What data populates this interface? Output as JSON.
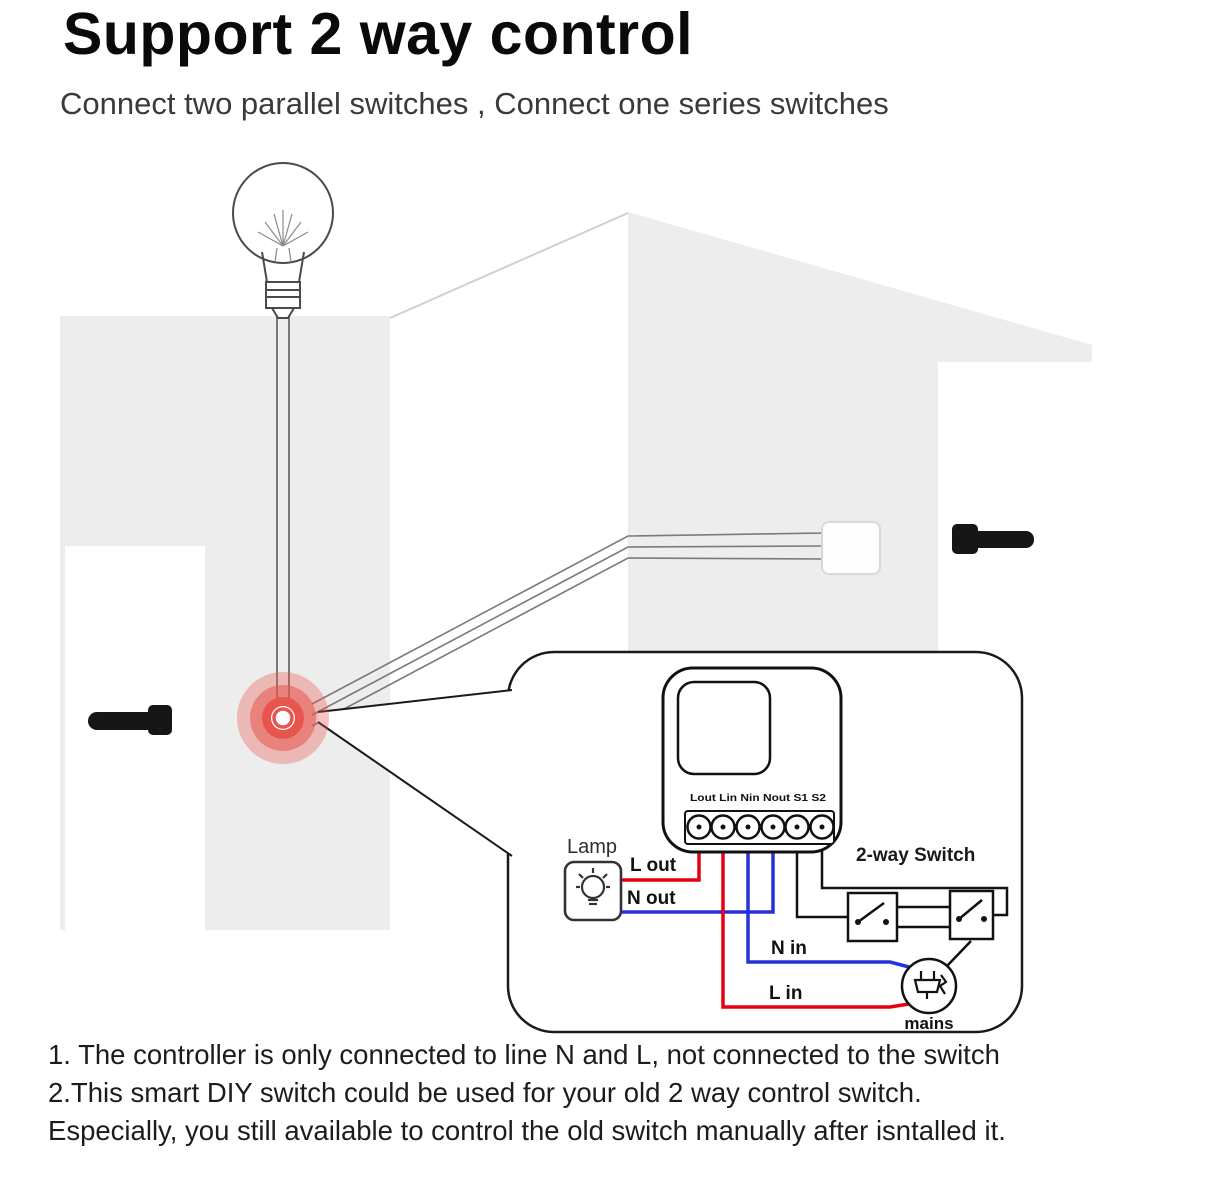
{
  "header": {
    "title": "Support 2 way control",
    "subtitle": "Connect two parallel switches ,  Connect one series switches"
  },
  "diagram": {
    "lamp": "Lamp",
    "l_out": "L out",
    "n_out": "N out",
    "n_in": "N in",
    "l_in": "L in",
    "two_way_switch": "2-way Switch",
    "mains": "mains",
    "terminals": "Lout Lin  Nin Nout S1   S2"
  },
  "notes": [
    "1. The controller is only connected to line N and L, not connected to the switch",
    "2.This smart DIY switch could be used for your old 2 way control switch.",
    "Especially, you still available to control the old switch manually after isntalled it."
  ],
  "colors": {
    "wire_red": "#e60012",
    "wire_blue": "#2632d9",
    "wire_black": "#111111",
    "wall_gray": "#ededed",
    "glow_red": "#e7554d",
    "line_gray": "#7a7a7a"
  }
}
